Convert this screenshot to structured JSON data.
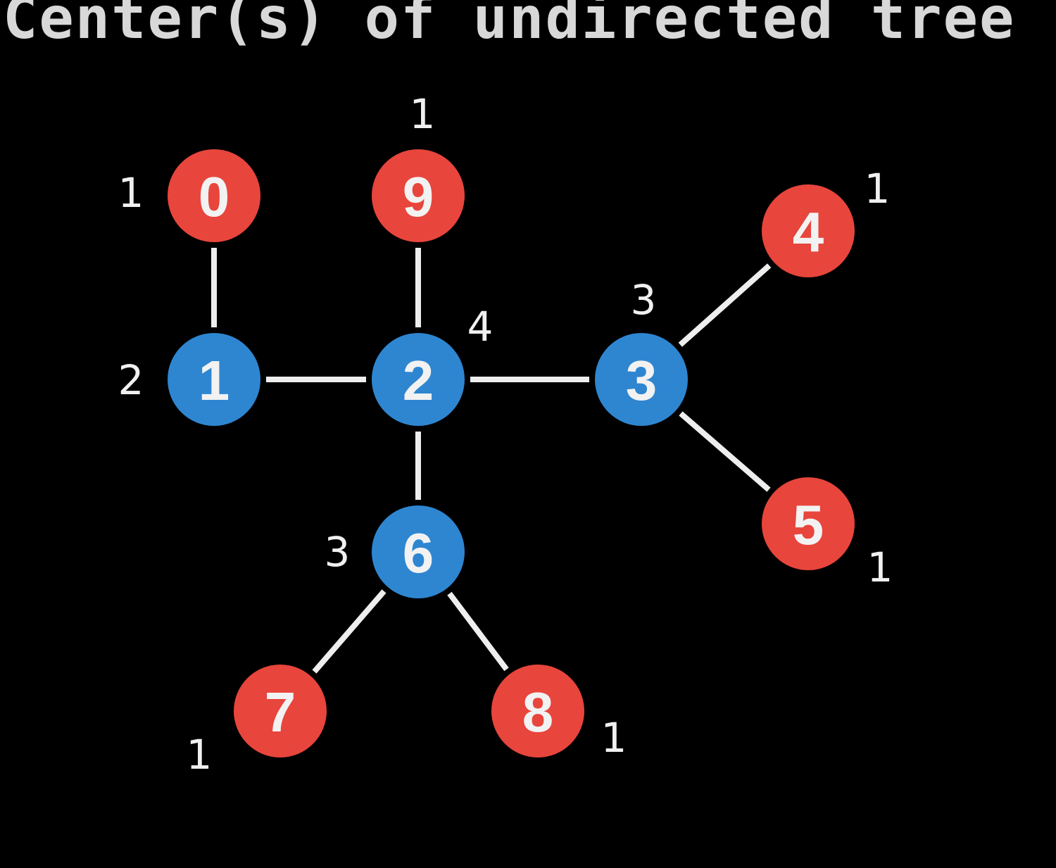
{
  "title": "Center(s) of undirected tree",
  "colors": {
    "background": "#000000",
    "leaf": "#e8453c",
    "inner": "#2e86d1",
    "edge": "#eeeeee",
    "text": "#f0f0f0"
  },
  "nodes": [
    {
      "id": "0",
      "degree": "1",
      "kind": "leaf"
    },
    {
      "id": "1",
      "degree": "2",
      "kind": "inner"
    },
    {
      "id": "2",
      "degree": "4",
      "kind": "inner"
    },
    {
      "id": "3",
      "degree": "3",
      "kind": "inner"
    },
    {
      "id": "4",
      "degree": "1",
      "kind": "leaf"
    },
    {
      "id": "5",
      "degree": "1",
      "kind": "leaf"
    },
    {
      "id": "6",
      "degree": "3",
      "kind": "inner"
    },
    {
      "id": "7",
      "degree": "1",
      "kind": "leaf"
    },
    {
      "id": "8",
      "degree": "1",
      "kind": "leaf"
    },
    {
      "id": "9",
      "degree": "1",
      "kind": "leaf"
    }
  ],
  "edges": [
    [
      "0",
      "1"
    ],
    [
      "1",
      "2"
    ],
    [
      "9",
      "2"
    ],
    [
      "2",
      "3"
    ],
    [
      "2",
      "6"
    ],
    [
      "3",
      "4"
    ],
    [
      "3",
      "5"
    ],
    [
      "6",
      "7"
    ],
    [
      "6",
      "8"
    ]
  ]
}
